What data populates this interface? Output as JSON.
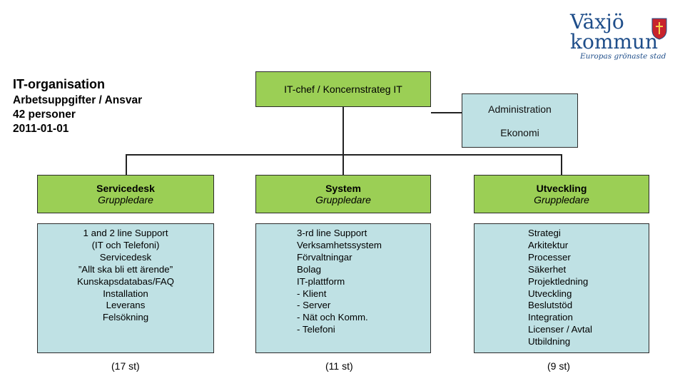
{
  "logo": {
    "line1": "Växjö",
    "line2": "kommun",
    "tagline": "Europas grönaste stad"
  },
  "header": {
    "title": "IT-organisation",
    "subtitle": "Arbetsuppgifter / Ansvar",
    "staff": "42 personer",
    "date": "2011-01-01"
  },
  "top": {
    "chief": "IT-chef / Koncernstrateg IT",
    "admin": [
      "Administration",
      "Ekonomi"
    ]
  },
  "groups": [
    {
      "name": "Servicedesk",
      "role": "Gruppledare",
      "tasks": [
        "1 and 2 line Support",
        "(IT och Telefoni)",
        "Servicedesk",
        "”Allt ska bli ett ärende”",
        "Kunskapsdatabas/FAQ",
        "Installation",
        "Leverans",
        "Felsökning"
      ],
      "count": "(17 st)"
    },
    {
      "name": "System",
      "role": "Gruppledare",
      "tasks": [
        "3-rd line Support",
        "Verksamhetssystem",
        "Förvaltningar",
        "Bolag",
        "IT-plattform",
        "- Klient",
        "- Server",
        "- Nät och Komm.",
        "- Telefoni"
      ],
      "count": "(11 st)"
    },
    {
      "name": "Utveckling",
      "role": "Gruppledare",
      "tasks": [
        "Strategi",
        "Arkitektur",
        "Processer",
        "Säkerhet",
        "Projektledning",
        "Utveckling",
        "Beslutstöd",
        "Integration",
        "Licenser / Avtal",
        "Utbildning"
      ],
      "count": "(9 st)"
    }
  ],
  "colors": {
    "green": "#9bcf55",
    "teal": "#bfe1e4",
    "brand_blue": "#1f4e8a",
    "shield_red": "#c8232c"
  }
}
